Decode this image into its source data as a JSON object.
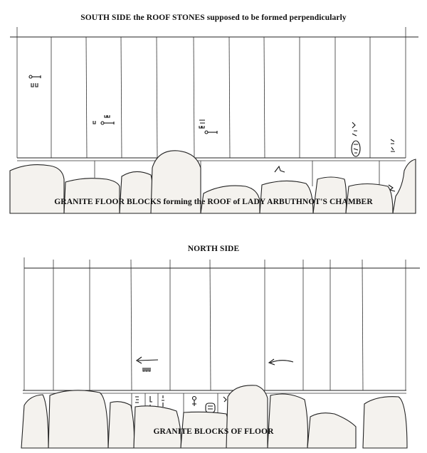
{
  "captions": {
    "south_title": "SOUTH SIDE the ROOF STONES supposed to be formed perpendicularly",
    "south_floor": "GRANITE FLOOR BLOCKS forming the ROOF of LADY ARBUTHNOT'S CHAMBER",
    "north_title": "NORTH SIDE",
    "north_floor": "GRANITE BLOCKS OF FLOOR"
  }
}
